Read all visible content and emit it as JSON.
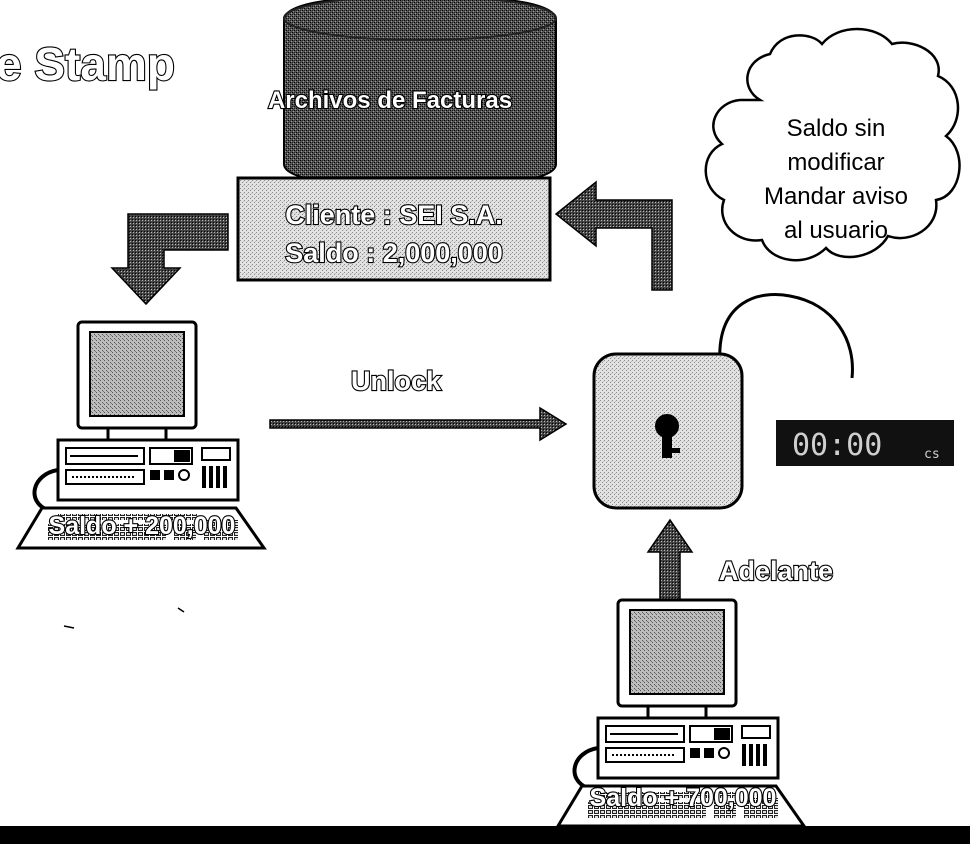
{
  "slide": {
    "title_fragment": "e Stamp",
    "database_label": "Archivos de Facturas",
    "record_line1": "Cliente : SEI S.A.",
    "record_line2": "Saldo : 2,000,000",
    "cloud_lines": [
      "Saldo sin",
      "modificar",
      "Mandar aviso",
      "al usuario"
    ],
    "unlock_label": "Unlock",
    "forward_label": "Adelante",
    "left_computer_label": "Saldo + 200,000",
    "bottom_computer_label": "Saldo + 700,000",
    "timer_display": "00:00",
    "timer_unit": "cs"
  },
  "colors": {
    "stipple_dark": "#3a3a3a",
    "stipple_light": "#9a9a9a",
    "timer_bg": "#111111",
    "timer_text": "#cfcfcf"
  }
}
